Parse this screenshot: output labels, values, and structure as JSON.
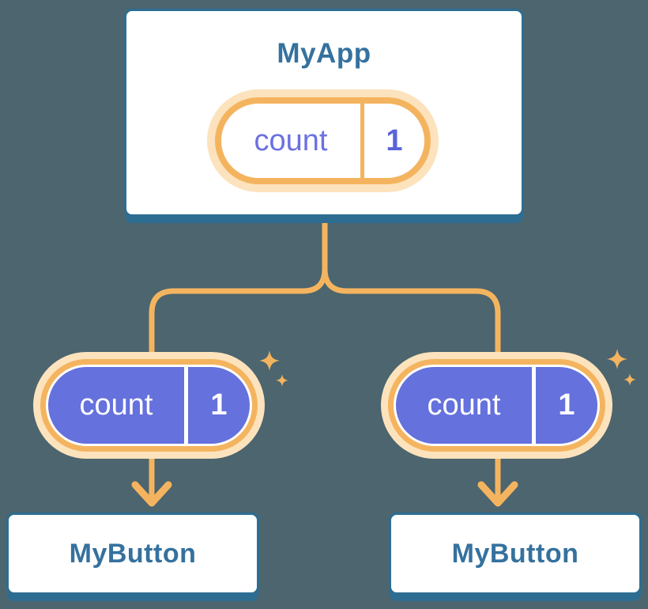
{
  "diagram": {
    "type": "component-tree",
    "root": {
      "title": "MyApp",
      "state": {
        "label": "count",
        "value": "1"
      }
    },
    "children": [
      {
        "title": "MyButton",
        "prop": {
          "label": "count",
          "value": "1"
        }
      },
      {
        "title": "MyButton",
        "prop": {
          "label": "count",
          "value": "1"
        }
      }
    ],
    "edges": [
      {
        "from": "MyApp",
        "to": "MyButton-left",
        "style": "orange-branch-arrow"
      },
      {
        "from": "MyApp",
        "to": "MyButton-right",
        "style": "orange-branch-arrow"
      }
    ],
    "icons": [
      {
        "name": "sparkle-icon",
        "meaning": "state just updated",
        "positions": [
          "root-pill",
          "left-child-pill",
          "right-child-pill"
        ]
      }
    ],
    "colors": {
      "background": "#4C656E",
      "card_border_blue": "#2E6D92",
      "title_blue": "#35719E",
      "accent_orange": "#F4B45F",
      "halo_orange": "#FCE3BD",
      "pill_purple": "#6571DC",
      "label_purple": "#6B71E0",
      "value_purple": "#5A63DA",
      "white": "#FFFFFF"
    }
  }
}
